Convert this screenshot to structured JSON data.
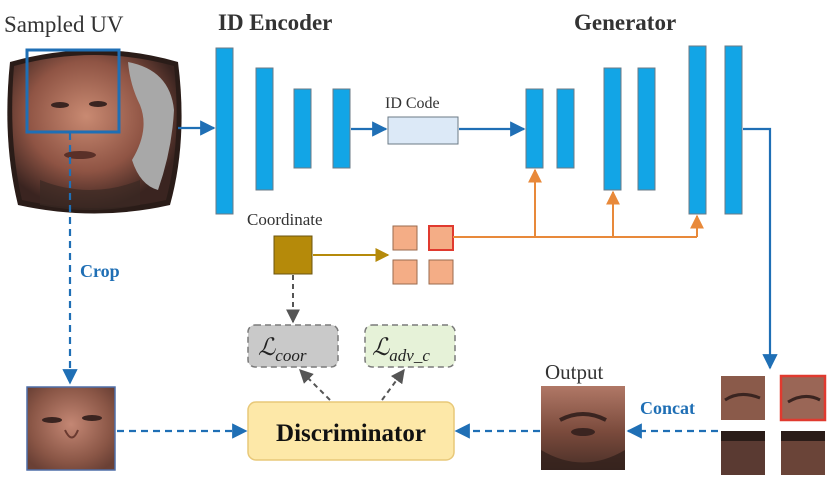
{
  "labels": {
    "sampled_uv": "Sampled UV",
    "id_encoder": "ID Encoder",
    "generator": "Generator",
    "id_code": "ID Code",
    "coordinate": "Coordinate",
    "crop": "Crop",
    "output": "Output",
    "concat": "Concat",
    "discriminator": "Discriminator",
    "loss_coor_base": "ℒ",
    "loss_coor_sub": "coor",
    "loss_adv_base": "ℒ",
    "loss_adv_sub": "adv_c"
  },
  "colors": {
    "layer_blue": "#12a5e6",
    "arrow_blue": "#1f6fb5",
    "orange": "#e8893a",
    "gold": "#b58a0a",
    "patch_orange": "#f4ad86",
    "patch_highlight": "#e03a2f",
    "disc_fill": "#fde8a8",
    "id_code_fill": "#dce9f7"
  }
}
